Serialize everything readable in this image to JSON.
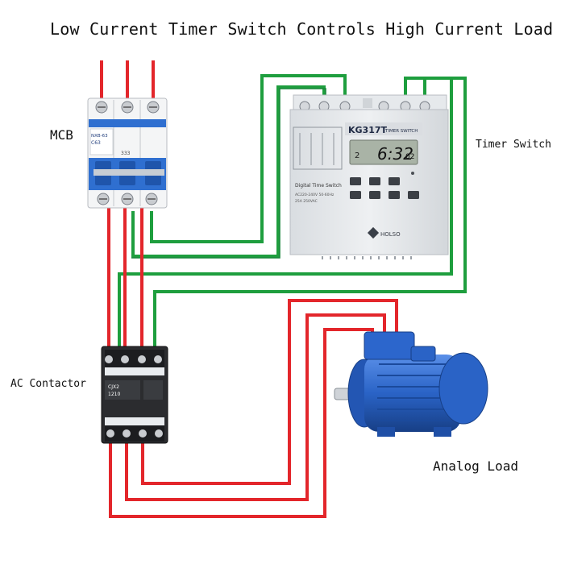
{
  "title": "Low Current Timer Switch Controls High Current Load",
  "labels": {
    "mcb": "MCB",
    "timer_switch": "Timer Switch",
    "ac_contactor": "AC Contactor",
    "analog_load": "Analog Load"
  },
  "mcb_device": {
    "model": "NXB-63",
    "rating": "C63",
    "pole_text": "333"
  },
  "timer_device": {
    "model": "KG317T",
    "subtitle": "TIMER SWITCH",
    "display_time": "6:32",
    "display_seconds": "02",
    "display_day": "2",
    "product_name": "Digital Time Switch",
    "spec_line_1": "AC220-240V 50-60Hz",
    "spec_line_2": "25A 250VAC",
    "brand": "HOLSO"
  },
  "contactor_device": {
    "model": "CJX2",
    "model_line_2": "1210"
  },
  "colors": {
    "red_wire": "#e3262b",
    "green_wire": "#1e9e3e",
    "mcb_blue": "#2f6fd0",
    "motor_blue": "#2a63c6",
    "timer_body": "#e8ebee",
    "contactor_body": "#2b2c2f"
  }
}
